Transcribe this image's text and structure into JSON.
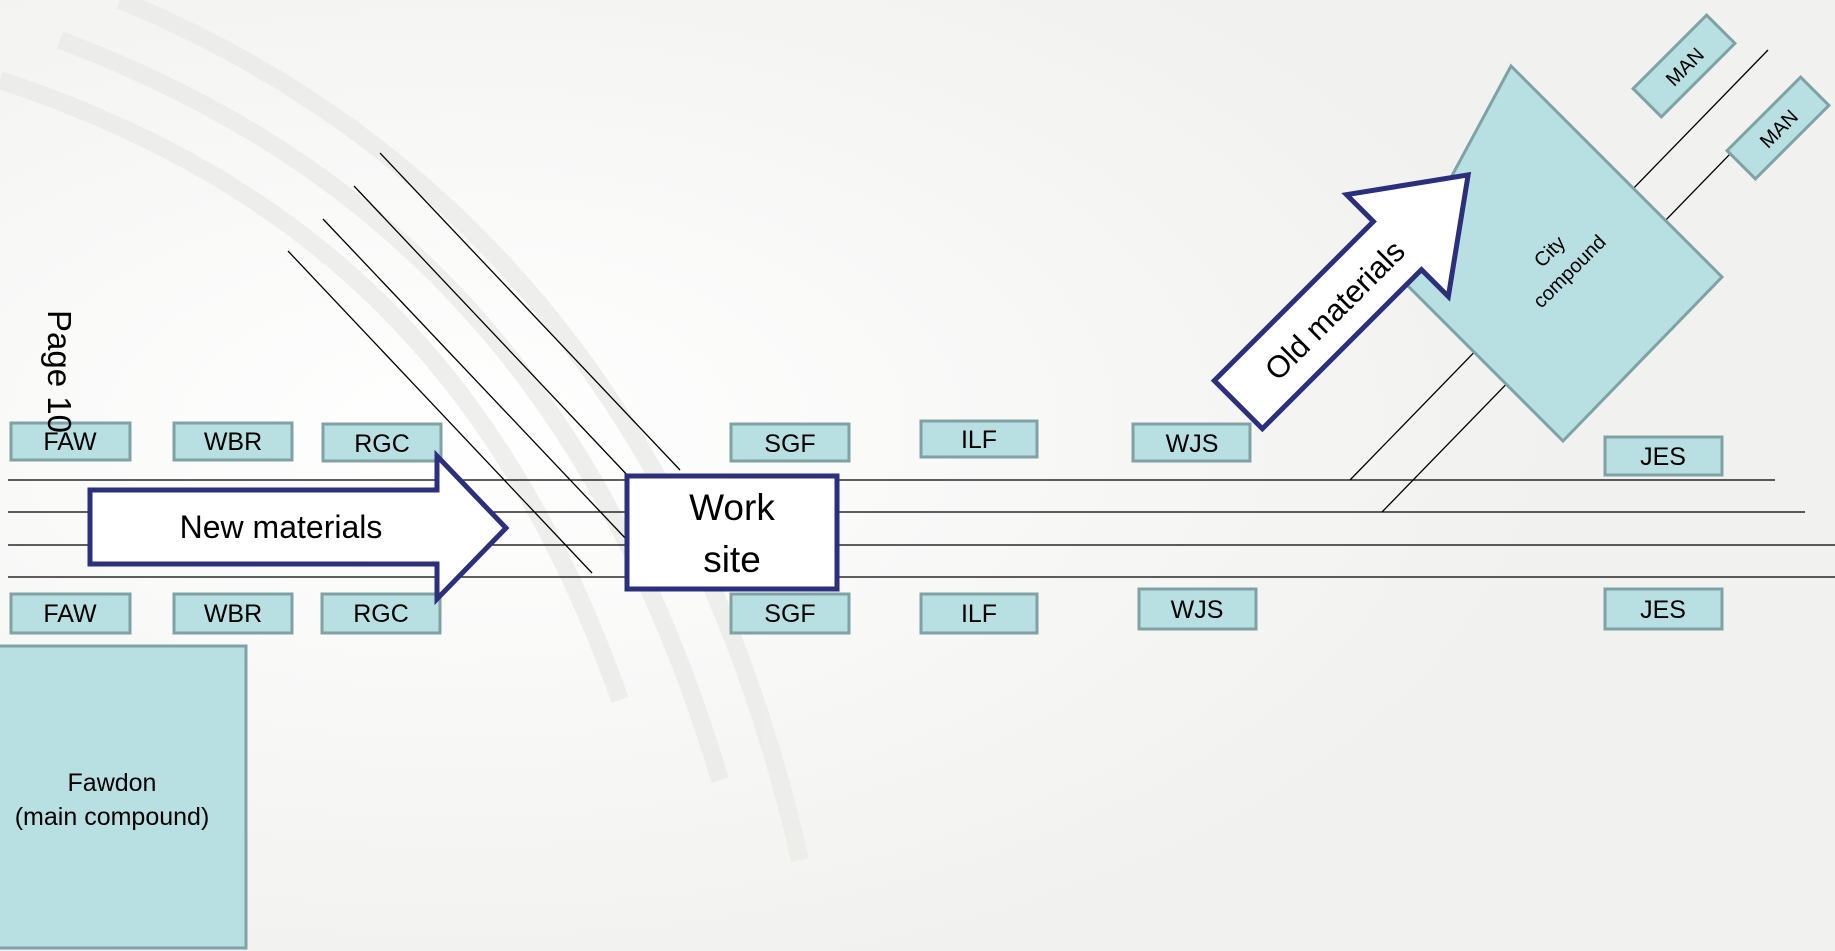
{
  "page_label": "Page 10",
  "work_site_label": [
    "Work",
    "site"
  ],
  "new_materials_label": "New materials",
  "old_materials_label": "Old materials",
  "city_compound_label": [
    "City",
    "compound"
  ],
  "main_compound_label": [
    "Fawdon",
    "(main compound)"
  ],
  "stations_top": [
    "FAW",
    "WBR",
    "RGC",
    "SGF",
    "ILF",
    "WJS",
    "JES"
  ],
  "stations_bottom": [
    "FAW",
    "WBR",
    "RGC",
    "SGF",
    "ILF",
    "WJS",
    "JES"
  ],
  "stations_branch": [
    "MAN",
    "MAN"
  ],
  "colors": {
    "box_fill": "#b8dfe1",
    "box_stroke": "#7fa2a4",
    "arrow_stroke": "#2b2f7c",
    "background": "#f7f7f6"
  }
}
